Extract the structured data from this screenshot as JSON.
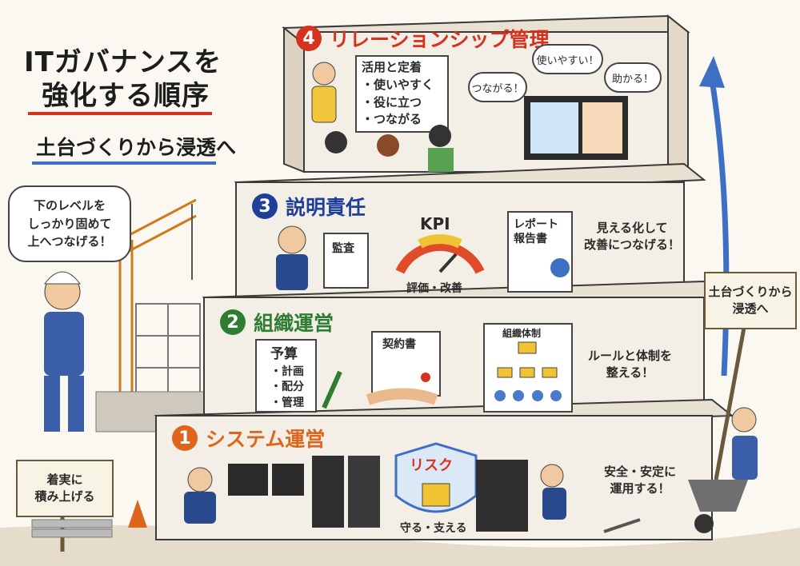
{
  "title": {
    "line1": "ITガバナンスを",
    "line2": "強化する順序",
    "subtitle": "土台づくりから浸透へ"
  },
  "worker_left": {
    "speech": [
      "下のレベルを",
      "しっかり固めて",
      "上へつなげる！"
    ]
  },
  "sign_left": {
    "lines": [
      "着実に",
      "積み上げる"
    ]
  },
  "sign_right": {
    "lines": [
      "土台づくりから",
      "浸透へ"
    ]
  },
  "levels": {
    "l4": {
      "number": "4",
      "label": "リレーションシップ管理",
      "color": "#d6321f",
      "board_title": "活用と定着",
      "board_items": [
        "・使いやすく",
        "・役に立つ",
        "・つながる"
      ],
      "bubbles": [
        "つながる！",
        "使いやすい！",
        "助かる！"
      ]
    },
    "l3": {
      "number": "3",
      "label": "説明責任",
      "color": "#1f3f9a",
      "audit": "監査",
      "kpi": "KPI",
      "kpi_caption": "評価・改善",
      "report_title": "レポート\n報告書",
      "note": [
        "見える化して",
        "改善につなげる！"
      ]
    },
    "l2": {
      "number": "2",
      "label": "組織運営",
      "color": "#2e7d32",
      "budget_title": "予算",
      "budget_items": [
        "・計画",
        "・配分",
        "・管理"
      ],
      "contract": "契約書",
      "org": "組織体制",
      "note": [
        "ルールと体制を",
        "整える！"
      ]
    },
    "l1": {
      "number": "1",
      "label": "システム運営",
      "color": "#e0651c",
      "risk": "リスク",
      "risk_caption": "守る・支える",
      "note": [
        "安全・安定に",
        "運用する！"
      ]
    }
  },
  "colors": {
    "arrow": "#3d6fc4",
    "pyramid_face": "#f4efe6",
    "pyramid_top": "#e9e1d2",
    "outline": "#3a3a3a"
  }
}
